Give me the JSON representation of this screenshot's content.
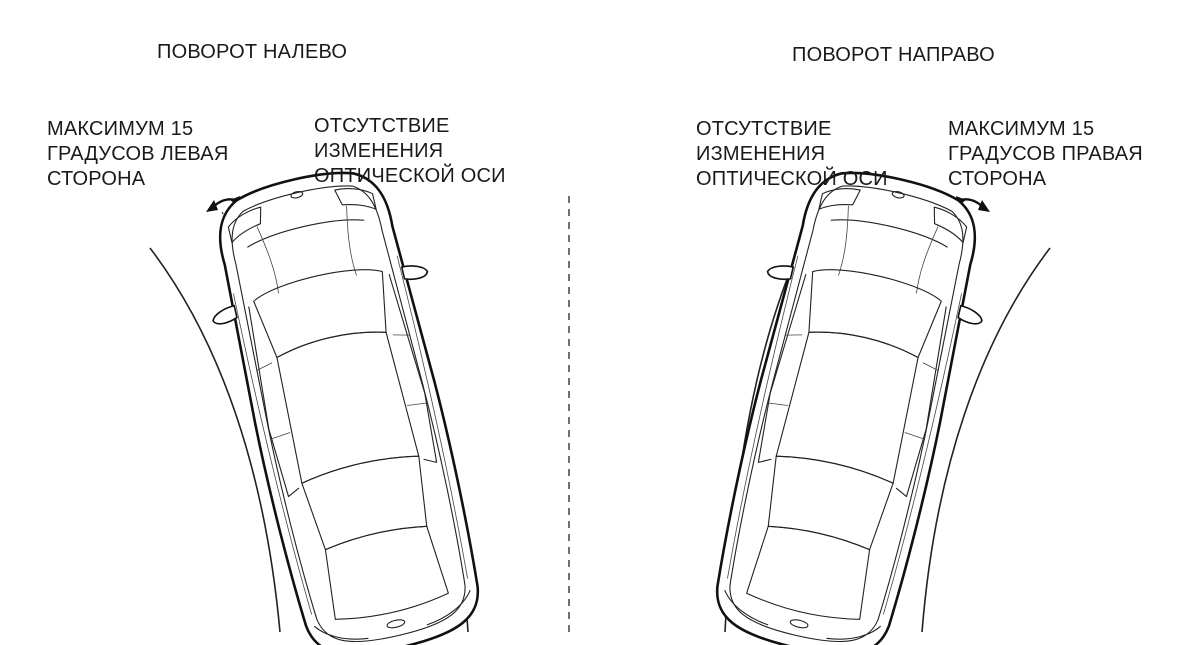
{
  "left_panel": {
    "title": "ПОВОРОТ НАЛЕВО",
    "max_label": [
      "МАКСИМУМ 15",
      "ГРАДУСОВ ЛЕВАЯ",
      "СТОРОНА"
    ],
    "no_change_label": [
      "ОТСУТСТВИЕ",
      "ИЗМЕНЕНИЯ",
      "ОПТИЧЕСКОЙ ОСИ"
    ]
  },
  "right_panel": {
    "title": "ПОВОРОТ НАПРАВО",
    "no_change_label": [
      "ОТСУТСТВИЕ",
      "ИЗМЕНЕНИЯ",
      "ОПТИЧЕСКОЙ ОСИ"
    ],
    "max_label": [
      "МАКСИМУМ 15",
      "ГРАДУСОВ ПРАВАЯ",
      "СТОРОНА"
    ]
  },
  "colors": {
    "line": "#111111",
    "text": "#1a1a1a",
    "background": "#ffffff"
  }
}
